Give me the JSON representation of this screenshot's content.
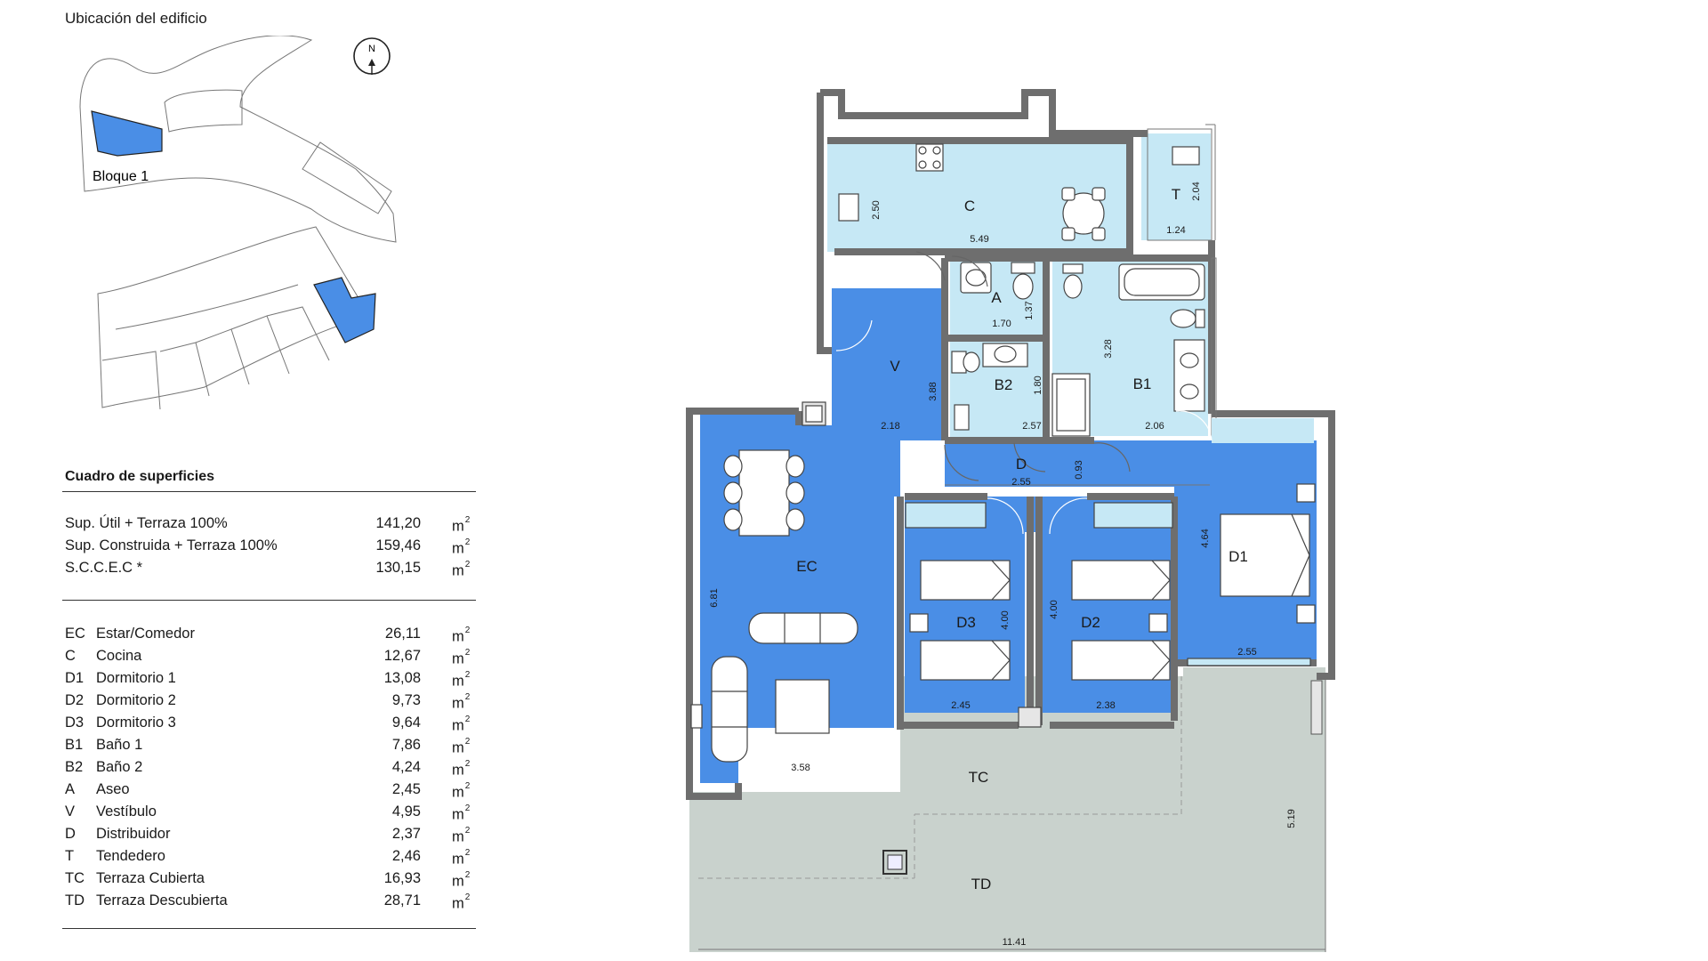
{
  "location": {
    "title": "Ubicación del edificio",
    "block_label": "Bloque 1",
    "north": "N"
  },
  "surfaces": {
    "title": "Cuadro de superficies",
    "unit": "m",
    "unit_exp": "2",
    "totals": [
      {
        "label": "Sup. Útil + Terraza 100%",
        "value": "141,20"
      },
      {
        "label": "Sup. Construida + Terraza 100%",
        "value": "159,46"
      },
      {
        "label": "S.C.C.E.C *",
        "value": "130,15"
      }
    ],
    "rooms": [
      {
        "code": "EC",
        "name": "Estar/Comedor",
        "value": "26,11"
      },
      {
        "code": "C",
        "name": "Cocina",
        "value": "12,67"
      },
      {
        "code": "D1",
        "name": "Dormitorio 1",
        "value": "13,08"
      },
      {
        "code": "D2",
        "name": "Dormitorio 2",
        "value": "9,73"
      },
      {
        "code": "D3",
        "name": "Dormitorio 3",
        "value": "9,64"
      },
      {
        "code": "B1",
        "name": "Baño 1",
        "value": "7,86"
      },
      {
        "code": "B2",
        "name": "Baño 2",
        "value": "4,24"
      },
      {
        "code": "A",
        "name": "Aseo",
        "value": "2,45"
      },
      {
        "code": "V",
        "name": "Vestíbulo",
        "value": "4,95"
      },
      {
        "code": "D",
        "name": "Distribuidor",
        "value": "2,37"
      },
      {
        "code": "T",
        "name": "Tendedero",
        "value": "2,46"
      },
      {
        "code": "TC",
        "name": "Terraza Cubierta",
        "value": "16,93"
      },
      {
        "code": "TD",
        "name": "Terraza Descubierta",
        "value": "28,71"
      }
    ]
  },
  "plan": {
    "rooms": {
      "C": "C",
      "T": "T",
      "A": "A",
      "V": "V",
      "B2": "B2",
      "B1": "B1",
      "D": "D",
      "EC": "EC",
      "D3": "D3",
      "D2": "D2",
      "D1": "D1",
      "TC": "TC",
      "TD": "TD"
    },
    "dims": {
      "c_w": "5.49",
      "c_h": "2.50",
      "t_w": "1.24",
      "t_h": "2.04",
      "a_w": "1.70",
      "a_h": "1.37",
      "b1_h": "3.28",
      "b1_w": "2.06",
      "v_w": "2.18",
      "v_h": "3.88",
      "b2_w": "2.57",
      "b2_h": "1.80",
      "d_w": "2.55",
      "d_h": "0.93",
      "d1_h": "4.64",
      "d1_w": "2.55",
      "ec_h": "6.81",
      "ec_w": "3.58",
      "d3_h": "4.00",
      "d3_w": "2.45",
      "d2_h": "4.00",
      "d2_w": "2.38",
      "td_h": "5.19",
      "total_w": "11.41"
    },
    "colors": {
      "dark_blue": "#4a8ee6",
      "light_blue": "#c6e8f5",
      "terrace": "#c9d2cd",
      "wall": "#6e6e6e"
    }
  }
}
